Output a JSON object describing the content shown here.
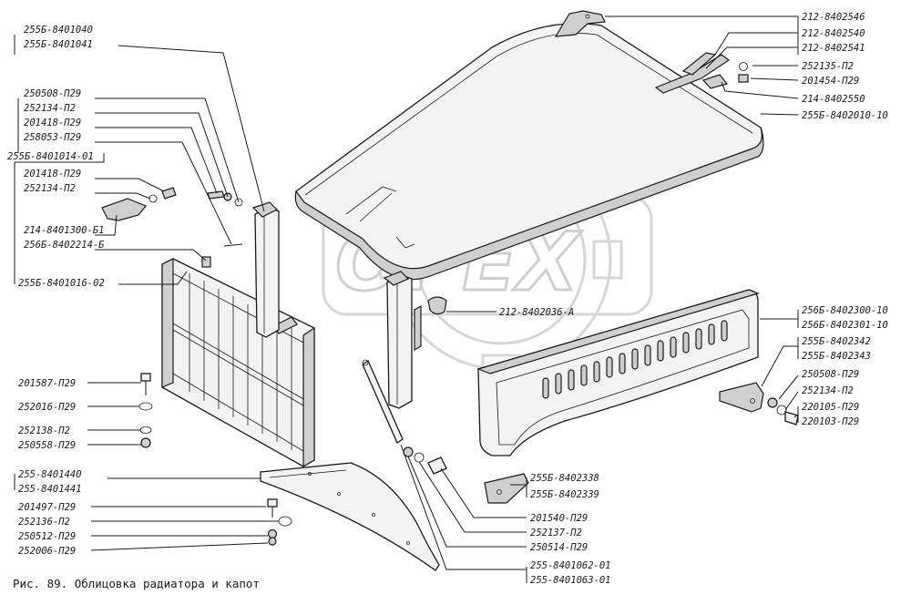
{
  "caption": "Рис. 89. Облицовка радиатора и капот",
  "watermark": "OPEX",
  "callouts": {
    "left": [
      "255Б-8401040",
      "255Б-8401041",
      "250508-П29",
      "252134-П2",
      "201418-П29",
      "258053-П29",
      "255Б-8401014-01",
      "201418-П29",
      "252134-П2",
      "214-8401300-Б1",
      "256Б-8402214-Б",
      "255Б-8401016-02",
      "201587-П29",
      "252016-П29",
      "252138-П2",
      "250558-П29",
      "255-8401440",
      "255-8401441",
      "201497-П29",
      "252136-П2",
      "250512-П29",
      "252006-П29"
    ],
    "center": [
      "212-8402036-А"
    ],
    "bottom": [
      "255Б-8402338",
      "255Б-8402339",
      "201540-П29",
      "252137-П2",
      "250514-П29",
      "255-8401062-01",
      "255-8401063-01"
    ],
    "right": [
      "212-8402546",
      "212-8402540",
      "212-8402541",
      "252135-П2",
      "201454-П29",
      "214-8402550",
      "255Б-8402010-10",
      "256Б-8402300-10",
      "256Б-8402301-10",
      "255Б-8402342",
      "255Б-8402343",
      "250508-П29",
      "252134-П2",
      "220105-П29",
      "220103-П29"
    ]
  }
}
